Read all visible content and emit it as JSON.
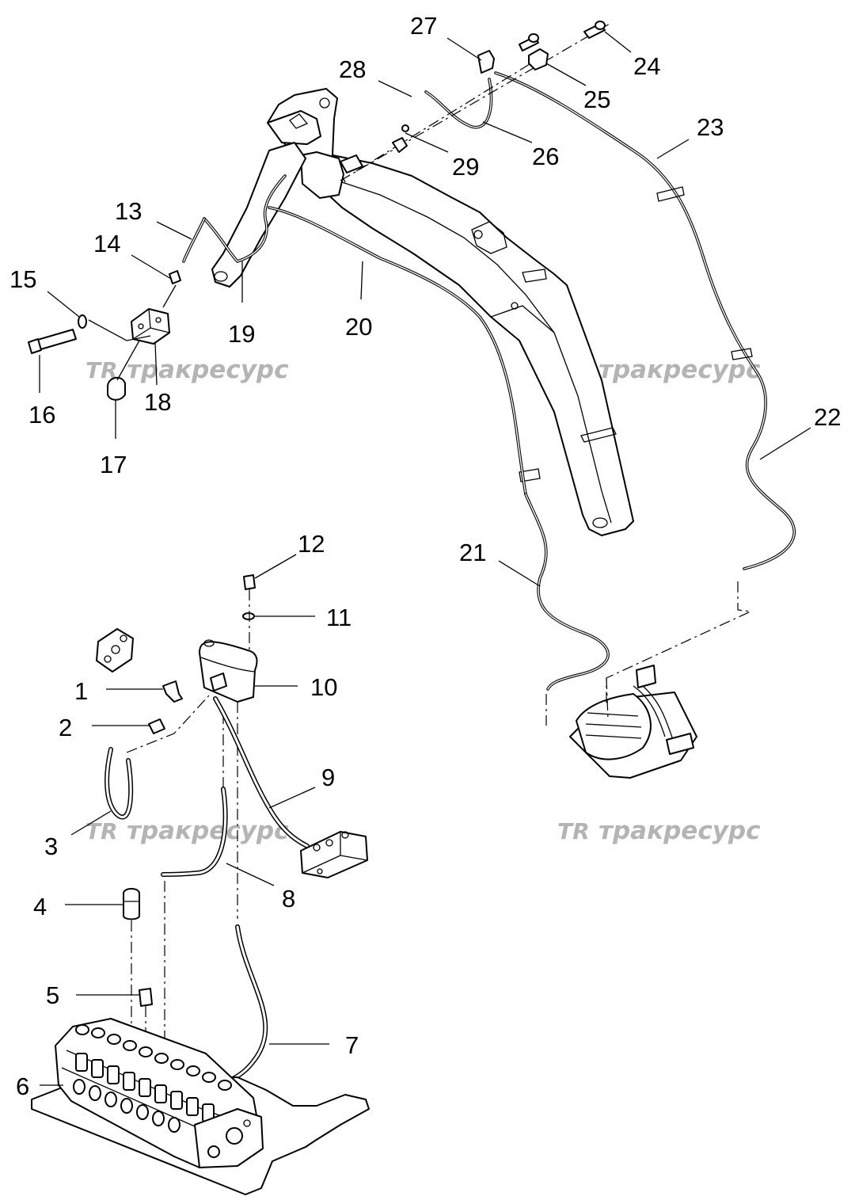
{
  "watermark": {
    "logo": "TR",
    "text": "тракресурс"
  },
  "part_numbers": {
    "p1": "1",
    "p2": "2",
    "p3": "3",
    "p4": "4",
    "p5": "5",
    "p6": "6",
    "p7": "7",
    "p8": "8",
    "p9": "9",
    "p10": "10",
    "p11": "11",
    "p12": "12",
    "p13": "13",
    "p14": "14",
    "p15": "15",
    "p16": "16",
    "p17": "17",
    "p18": "18",
    "p19": "19",
    "p20": "20",
    "p21": "21",
    "p22": "22",
    "p23": "23",
    "p24": "24",
    "p25": "25",
    "p26": "26",
    "p27": "27",
    "p28": "28",
    "p29": "29"
  },
  "colors": {
    "line": "#000000",
    "background": "#ffffff",
    "watermark": "#b4b4b4"
  }
}
